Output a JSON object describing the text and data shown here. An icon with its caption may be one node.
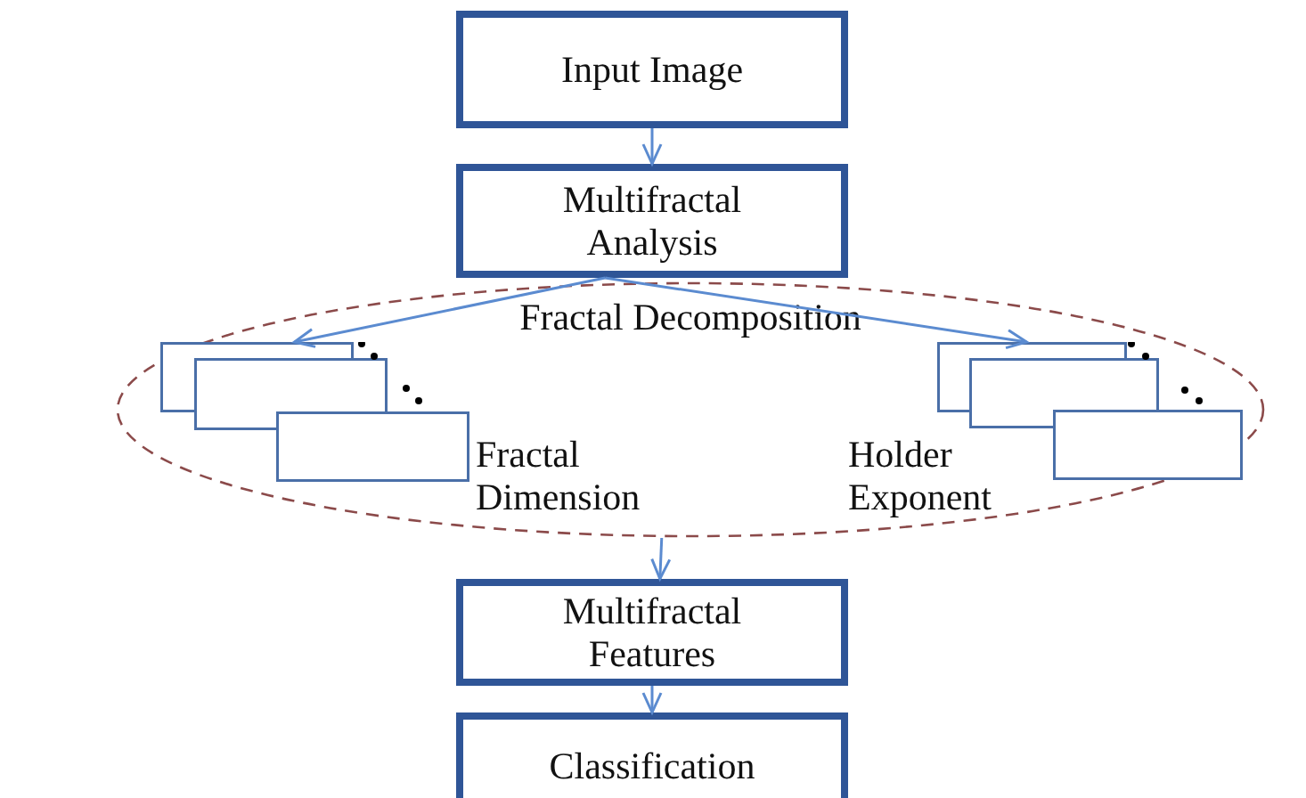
{
  "diagram": {
    "nodes": [
      {
        "text": [
          "Input Image"
        ]
      },
      {
        "text": [
          "Multifractal Analysis"
        ]
      },
      {
        "text": [
          "Fractal Decomposition"
        ]
      },
      {
        "text": [],
        "shape": "box",
        "beside": [
          "Fractal Dimension"
        ],
        "in": 2
      },
      {
        "text": [],
        "shape": "box",
        "beside": [
          "Holder Exponent"
        ],
        "in": 2
      },
      {
        "text": [
          "Multifractal Features"
        ]
      },
      {
        "text": [
          "Classification"
        ]
      }
    ],
    "edges": [
      {
        "from": 0,
        "to": 1,
        "arrow": "to"
      },
      {
        "from": 1,
        "to": 3,
        "arrow": "to"
      },
      {
        "from": 1,
        "to": 4,
        "arrow": "to"
      },
      {
        "from": 2,
        "to": 5,
        "arrow": "to"
      },
      {
        "from": 5,
        "to": 6,
        "arrow": "to"
      }
    ]
  }
}
